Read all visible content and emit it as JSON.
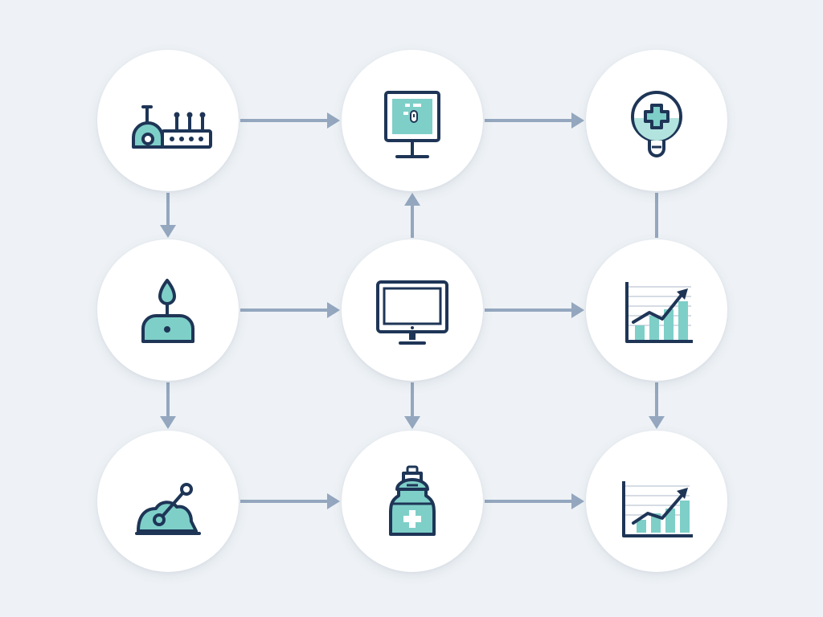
{
  "colors": {
    "background": "#eef2f6",
    "node_fill": "#ffffff",
    "arrow": "#94a7bf",
    "icon_stroke": "#1e3556",
    "icon_accent": "#7ecfc8",
    "icon_accent_light": "#b3e3de"
  },
  "diagram": {
    "type": "flowchart",
    "nodes": [
      {
        "id": "n1",
        "icon": "router-icon"
      },
      {
        "id": "n2",
        "icon": "display-panel-icon"
      },
      {
        "id": "n3",
        "icon": "medical-plus-bulb-icon"
      },
      {
        "id": "n4",
        "icon": "drop-device-icon"
      },
      {
        "id": "n5",
        "icon": "monitor-icon"
      },
      {
        "id": "n6",
        "icon": "growth-chart-icon"
      },
      {
        "id": "n7",
        "icon": "lever-dome-icon"
      },
      {
        "id": "n8",
        "icon": "medicine-bottle-icon"
      },
      {
        "id": "n9",
        "icon": "growth-chart-icon"
      }
    ],
    "edges": [
      {
        "from": "n1",
        "to": "n2",
        "arrow": true
      },
      {
        "from": "n2",
        "to": "n3",
        "arrow": true
      },
      {
        "from": "n1",
        "to": "n4",
        "arrow": true
      },
      {
        "from": "n5",
        "to": "n2",
        "arrow": true
      },
      {
        "from": "n3",
        "to": "n6",
        "arrow": false
      },
      {
        "from": "n4",
        "to": "n5",
        "arrow": true
      },
      {
        "from": "n5",
        "to": "n6",
        "arrow": true
      },
      {
        "from": "n4",
        "to": "n7",
        "arrow": true
      },
      {
        "from": "n5",
        "to": "n8",
        "arrow": true
      },
      {
        "from": "n6",
        "to": "n9",
        "arrow": true
      },
      {
        "from": "n7",
        "to": "n8",
        "arrow": true
      },
      {
        "from": "n8",
        "to": "n9",
        "arrow": true
      }
    ]
  }
}
